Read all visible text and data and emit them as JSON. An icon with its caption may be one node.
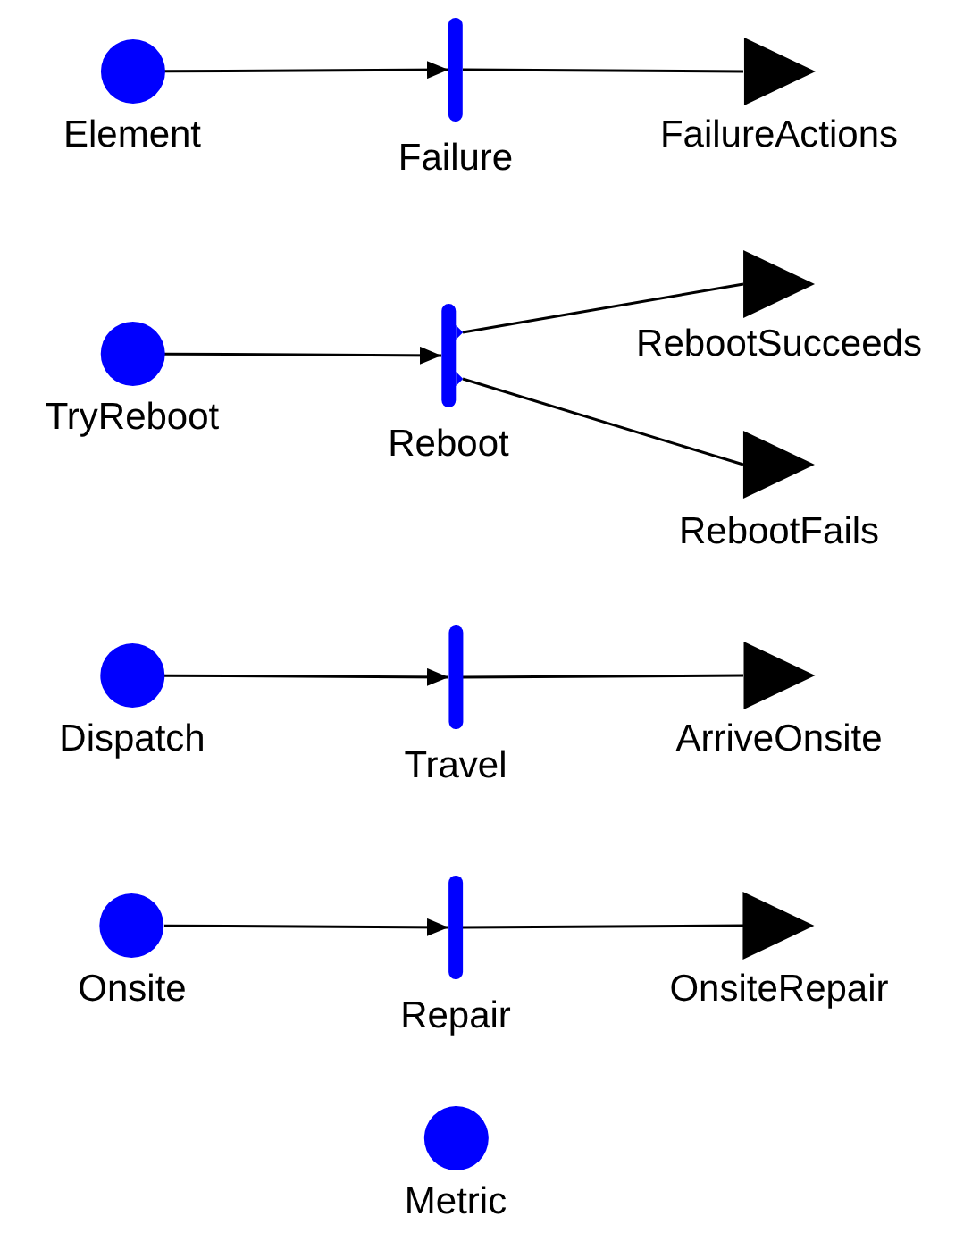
{
  "diagram": {
    "nodes": [
      {
        "text": [
          "Element"
        ]
      },
      {
        "text": [
          "Failure"
        ]
      },
      {
        "text": [
          "FailureActions"
        ]
      },
      {
        "text": [
          "TryReboot"
        ]
      },
      {
        "text": [
          "Reboot"
        ]
      },
      {
        "text": [
          "RebootSucceeds"
        ]
      },
      {
        "text": [
          "RebootFails"
        ]
      },
      {
        "text": [
          "Dispatch"
        ]
      },
      {
        "text": [
          "Travel"
        ]
      },
      {
        "text": [
          "ArriveOnsite"
        ]
      },
      {
        "text": [
          "Onsite"
        ]
      },
      {
        "text": [
          "Repair"
        ]
      },
      {
        "text": [
          "OnsiteRepair"
        ]
      },
      {
        "text": [
          "Metric"
        ]
      }
    ],
    "edges": [
      {
        "from": 0,
        "to": 1,
        "arrow": "to"
      },
      {
        "from": 1,
        "to": 2,
        "arrow": "none"
      },
      {
        "from": 3,
        "to": 4,
        "arrow": "to"
      },
      {
        "from": 4,
        "to": 5,
        "arrow": "none"
      },
      {
        "from": 4,
        "to": 6,
        "arrow": "none"
      },
      {
        "from": 7,
        "to": 8,
        "arrow": "to"
      },
      {
        "from": 8,
        "to": 9,
        "arrow": "none"
      },
      {
        "from": 10,
        "to": 11,
        "arrow": "to"
      },
      {
        "from": 11,
        "to": 12,
        "arrow": "none"
      }
    ]
  }
}
